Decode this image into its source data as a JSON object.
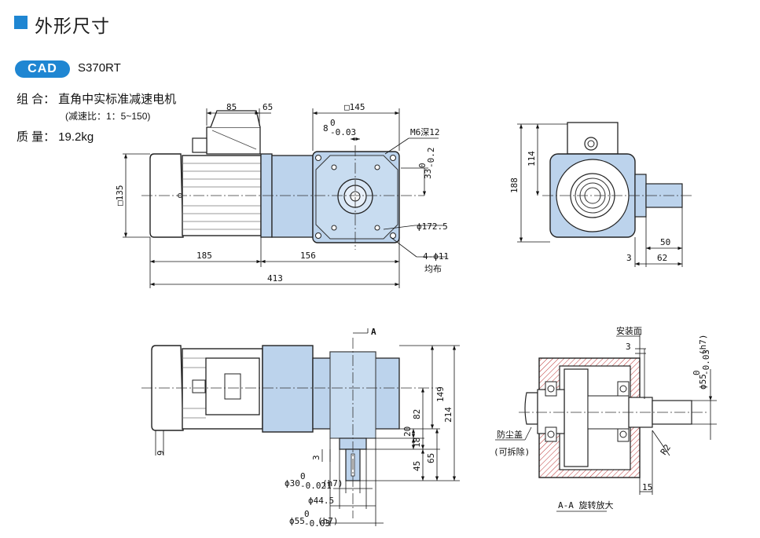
{
  "header": {
    "title": "外形尺寸"
  },
  "cad": {
    "badge": "CAD",
    "model": "S370RT"
  },
  "info": {
    "combo_label": "组 合：",
    "combo_value": "直角中实标准减速电机",
    "ratio_note": "(减速比：1：5~150)",
    "mass_label": "质 量：",
    "mass_value": "19.2kg"
  },
  "dims": {
    "d85": "85",
    "d65": "65",
    "sq145": "□145",
    "d8": "8",
    "d8tol": "0",
    "d8tol2": "-0.03",
    "m6": "M6深12",
    "d33": "33",
    "d33tol": "0",
    "d33tol2": "-0.2",
    "phi172": "ϕ172.5",
    "sq135": "□135",
    "d185": "185",
    "d156": "156",
    "holes": "4-ϕ11",
    "holes_note": "均布",
    "d413": "413",
    "d188": "188",
    "d114": "114",
    "d50": "50",
    "d3a": "3",
    "d62": "62",
    "secA": "A",
    "d149": "149",
    "d214": "214",
    "d82": "82",
    "d20": "20",
    "d18": "18",
    "d45": "45",
    "d65b": "65",
    "d9": "9",
    "d3b": "3",
    "phi30": "ϕ30",
    "phi30tol": "0",
    "phi30tol2": "-0.021",
    "h7a": "(h7)",
    "phi44": "ϕ44.5",
    "phi55": "ϕ55",
    "phi55tol": "0",
    "phi55tol2": "-0.03",
    "h7b": "(h7)",
    "mount": "安装面",
    "d3c": "3",
    "phi55v": "ϕ55",
    "phi55vtol": "0",
    "phi55vtol2": "-0.03",
    "h7c": "(h7)",
    "dust": "防尘盖",
    "dust_note": "(可拆除)",
    "r2": "R2",
    "d15": "15",
    "aa": "A-A 旋转放大"
  }
}
